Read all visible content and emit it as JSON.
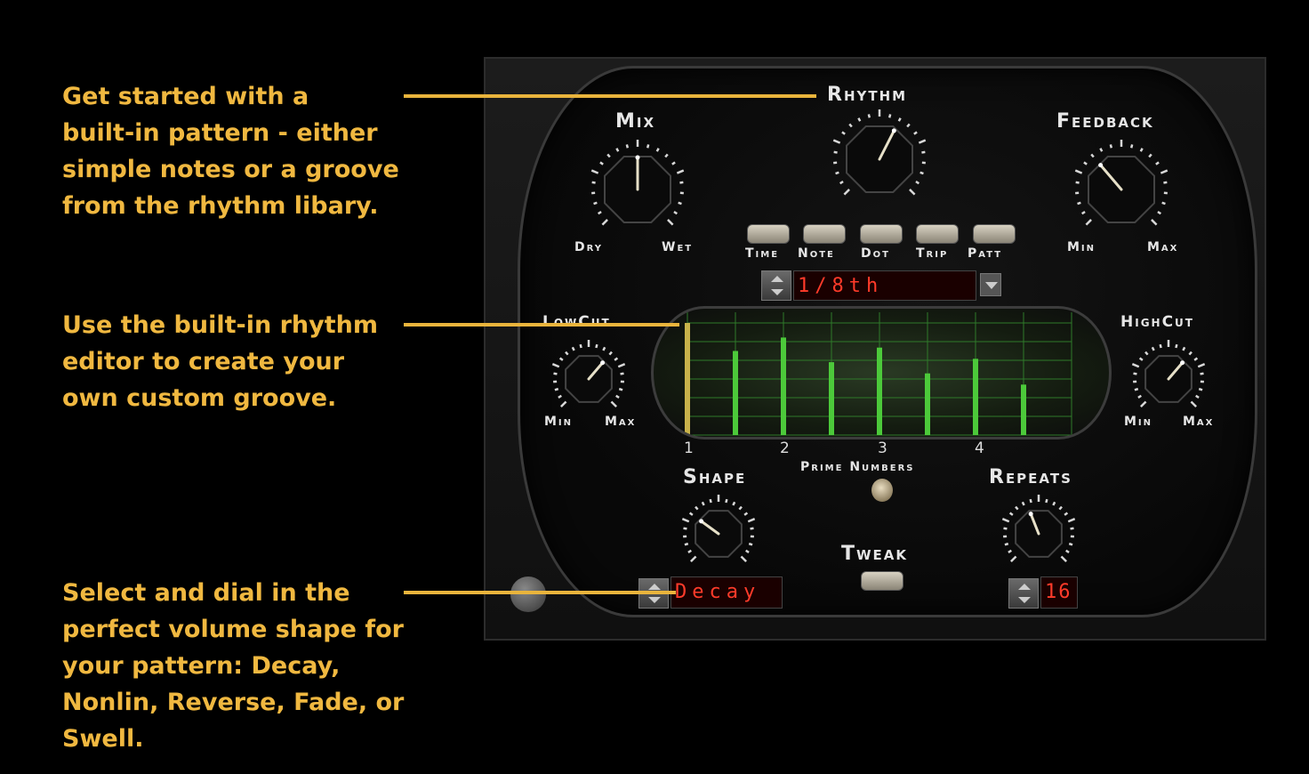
{
  "callouts": [
    "Get started with a\nbuilt-in pattern - either\nsimple notes or a groove\nfrom the rhythm libary.",
    "Use the built-in rhythm\neditor to create your\nown custom groove.",
    "Select and dial in the\nperfect volume shape for\nyour pattern: Decay,\nNonlin, Reverse, Fade, or\nSwell."
  ],
  "plugin": {
    "mix": {
      "label": "Mix",
      "min_label": "Dry",
      "max_label": "Wet",
      "value": 0.5
    },
    "rhythm": {
      "label": "Rhythm",
      "value": 0.6
    },
    "feedback": {
      "label": "Feedback",
      "min_label": "Min",
      "max_label": "Max",
      "value": 0.35
    },
    "mode_buttons": [
      "Time",
      "Note",
      "Dot",
      "Trip",
      "Patt"
    ],
    "rhythm_display": "1/8th",
    "lowcut": {
      "label": "LowCut",
      "min_label": "Min",
      "max_label": "Max",
      "value": 0.65
    },
    "highcut": {
      "label": "HighCut",
      "min_label": "Min",
      "max_label": "Max",
      "value": 0.65
    },
    "editor": {
      "beat_labels": [
        "1",
        "2",
        "3",
        "4"
      ],
      "steps": [
        1.0,
        0.75,
        0.87,
        0.65,
        0.78,
        0.55,
        0.68,
        0.45
      ]
    },
    "prime_numbers_label": "Prime Numbers",
    "shape": {
      "label": "Shape",
      "value": 0.3
    },
    "shape_display": "Decay",
    "tweak_label": "Tweak",
    "repeats": {
      "label": "Repeats",
      "value": 0.42
    },
    "repeats_display": "16"
  },
  "colors": {
    "callout": "#f0b840",
    "leader": "#e9b43c",
    "bar": "#4cc93a",
    "first_bar": "#c8b24a",
    "lcd_text": "#ff3b2a"
  }
}
